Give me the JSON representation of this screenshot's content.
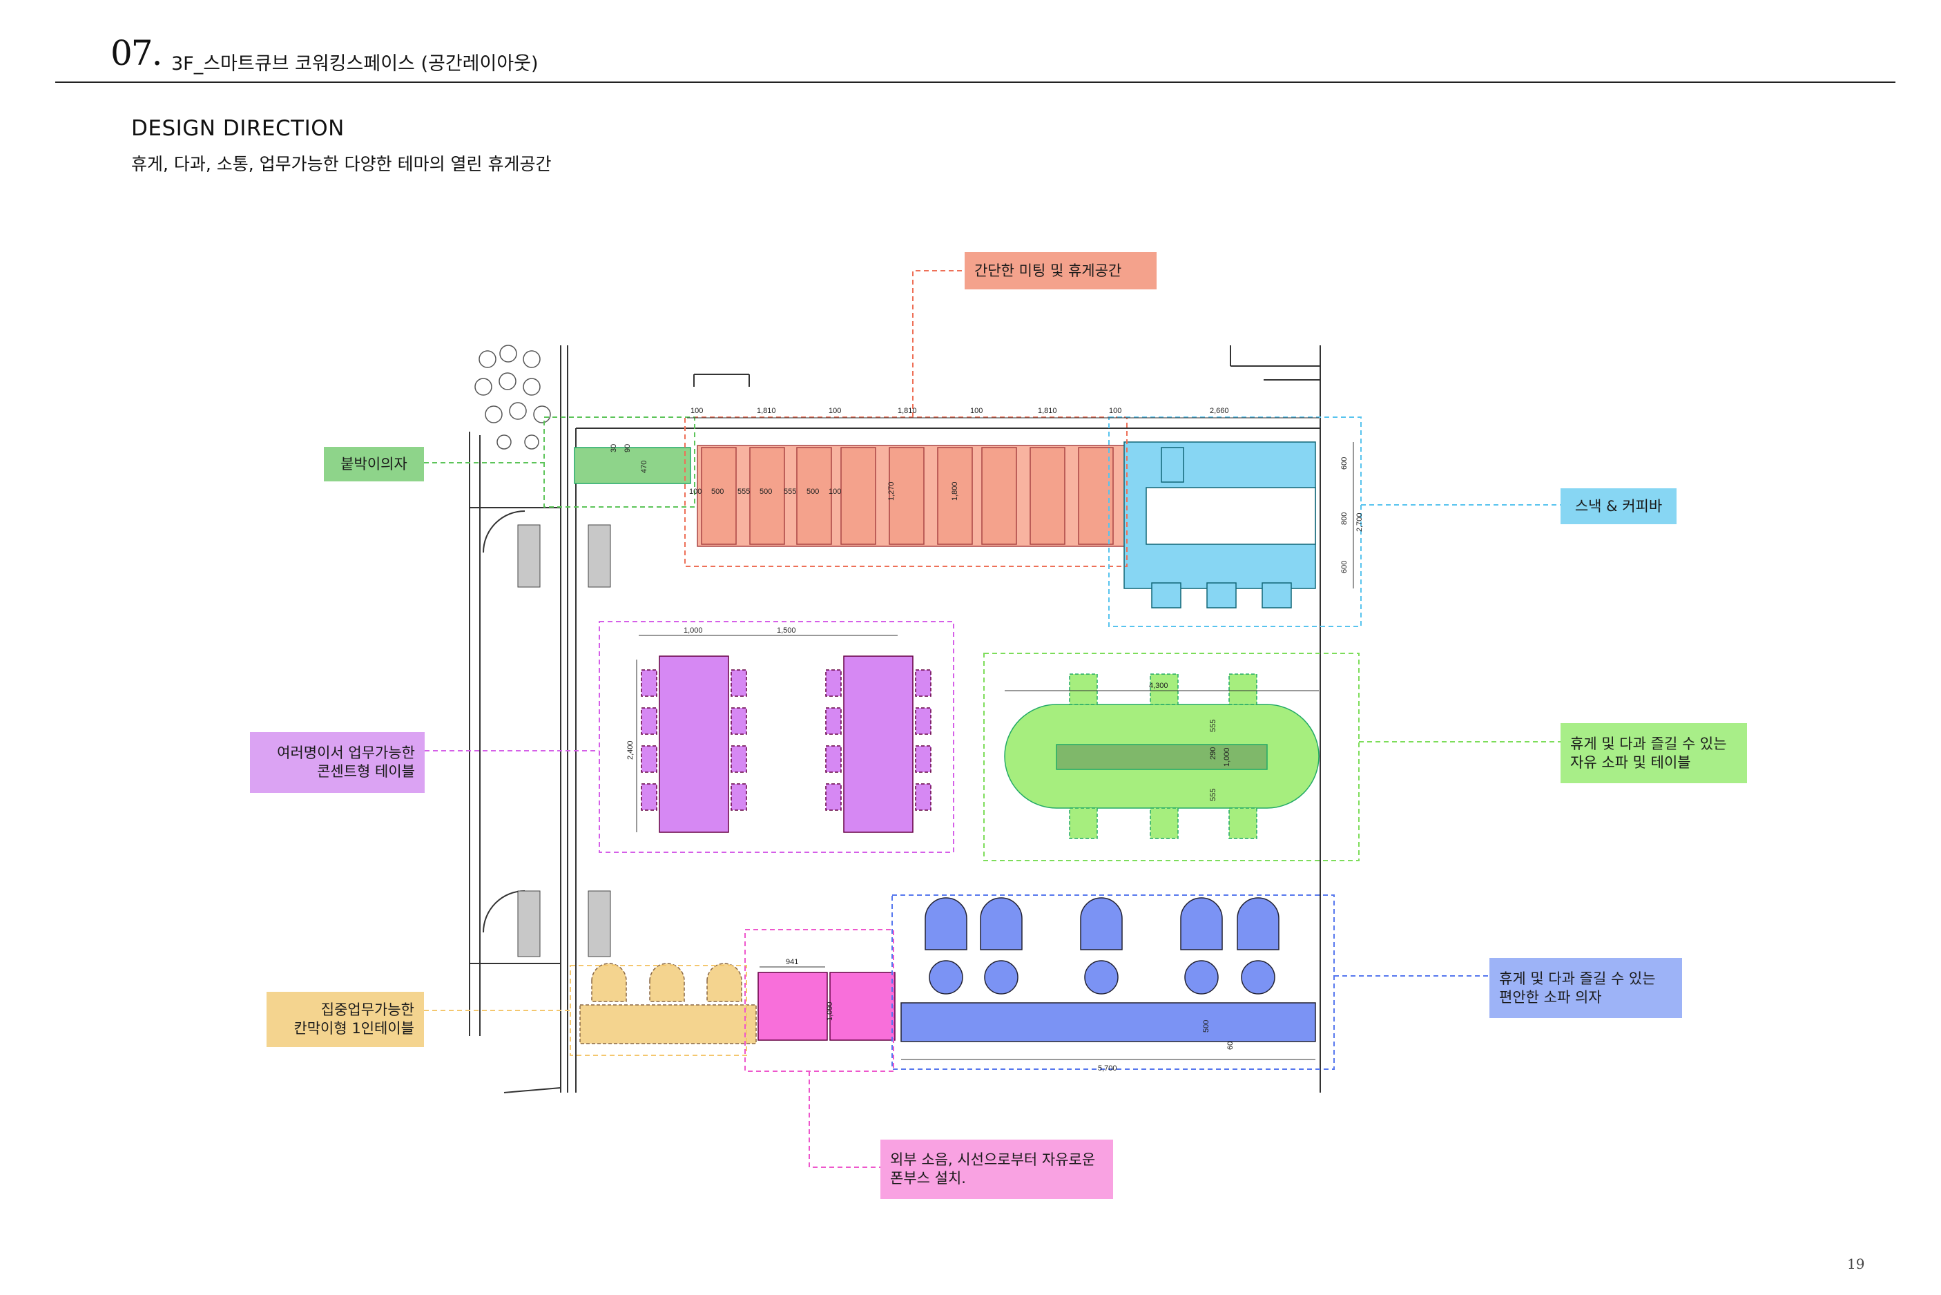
{
  "header": {
    "number": "07.",
    "title": "3F_스마트큐브 코워킹스페이스 (공간레이아웃)"
  },
  "design": {
    "title": "DESIGN DIRECTION",
    "subtitle": "휴게, 다과, 소통, 업무가능한 다양한 테마의 열린 휴게공간"
  },
  "page_number": "19",
  "labels": {
    "meeting": {
      "lines": [
        "간단한 미팅 및 휴게공간"
      ],
      "color": "#F4A28C"
    },
    "bench": {
      "lines": [
        "붙박이의자"
      ],
      "color": "#8ED48A"
    },
    "snack": {
      "lines": [
        "스낵 & 커피바"
      ],
      "color": "#87D6F3"
    },
    "concentric": {
      "lines": [
        "여러명이서 업무가능한",
        "콘센트형 테이블"
      ],
      "color": "#DBA3F3"
    },
    "lounge": {
      "lines": [
        "휴게 및 다과 즐길 수 있는",
        "자유 소파 및 테이블"
      ],
      "color": "#A8EE88"
    },
    "sofa": {
      "lines": [
        "휴게 및 다과 즐길 수 있는",
        "편안한 소파 의자"
      ],
      "color": "#9DB3F7"
    },
    "focus": {
      "lines": [
        "집중업무가능한",
        "칸막이형 1인테이블"
      ],
      "color": "#F4D48F"
    },
    "booth": {
      "lines": [
        "외부 소음, 시선으로부터 자유로운",
        "폰부스 설치."
      ],
      "color": "#F9A2E2"
    }
  },
  "dimensions": {
    "top_row": [
      "100",
      "1,810",
      "100",
      "1,810",
      "100",
      "1,810",
      "100",
      "2,660"
    ],
    "meeting_sub": [
      "100",
      "500",
      "555",
      "500",
      "555",
      "500",
      "100"
    ],
    "meeting_h": [
      "1,270",
      "1,800"
    ],
    "bench": [
      "30",
      "90",
      "470"
    ],
    "bar_v": [
      "600",
      "800",
      "600",
      "2,700"
    ],
    "concentric_top": [
      "1,000",
      "1,500"
    ],
    "concentric_side": "2,400",
    "lounge_top": "4,300",
    "lounge_side": [
      "555",
      "290",
      "1,000",
      "555"
    ],
    "booth_w": "941",
    "booth_h": "1,090",
    "sofa_h": [
      "500",
      "60"
    ],
    "sofa_w": "5,700"
  },
  "colors": {
    "meeting": "#F4A28C",
    "bench": "#8ED48A",
    "bar": "#87D6F3",
    "concentric": "#D688F3",
    "lounge": "#A6EE7E",
    "sofa": "#7B93F4",
    "focus": "#F4D48F",
    "booth": "#F86FDA"
  }
}
